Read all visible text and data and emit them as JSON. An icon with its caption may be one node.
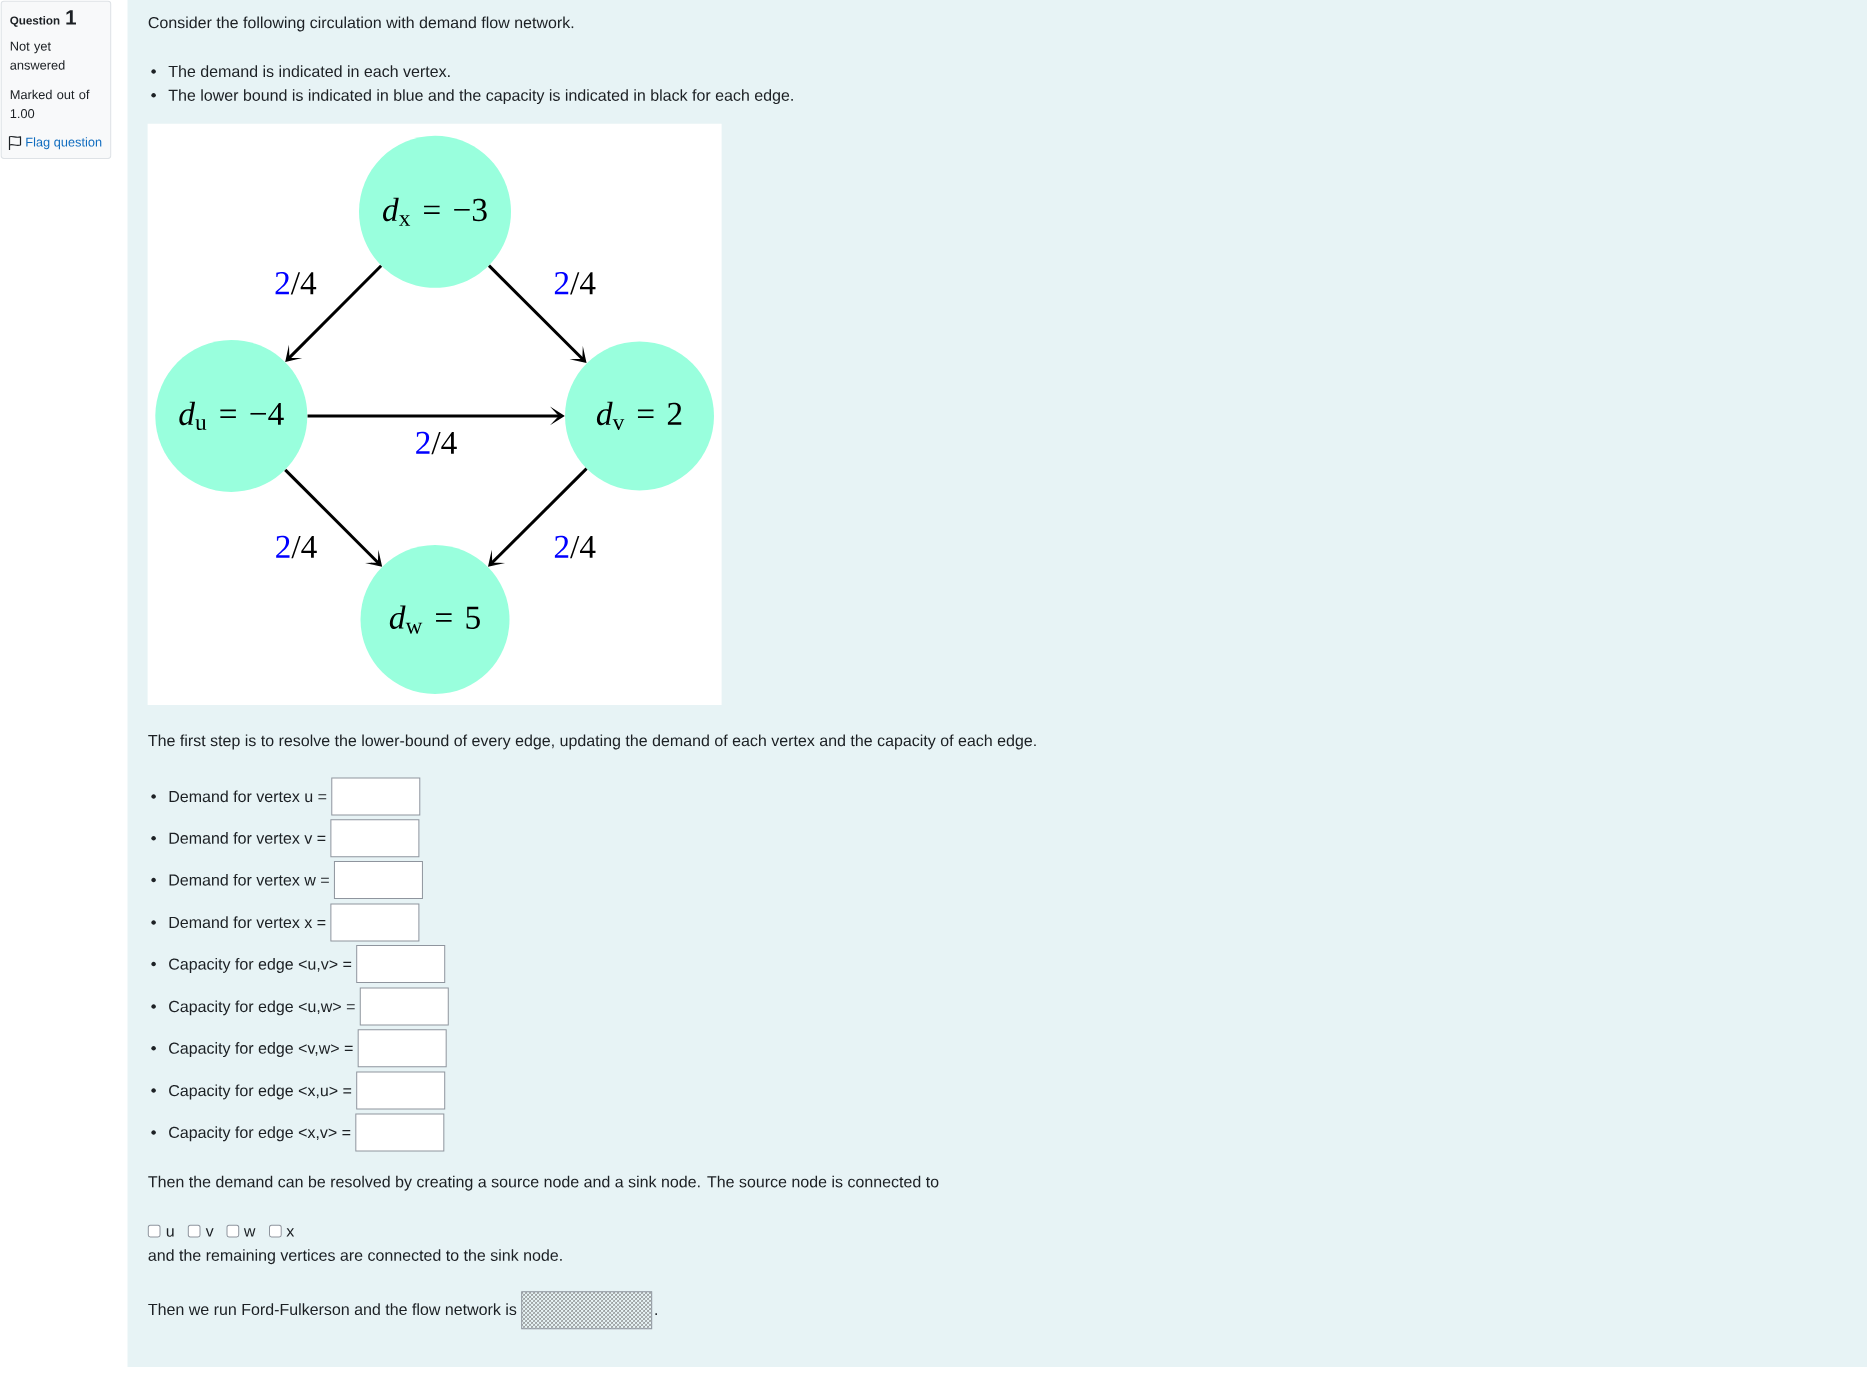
{
  "diagram": {
    "nodes": [
      {
        "text": [
          "*d*$_{x}$ = −3"
        ]
      },
      {
        "text": [
          "*d*$_{u}$ = −4"
        ]
      },
      {
        "text": [
          "*d*$_{v}$ = 2"
        ]
      },
      {
        "text": [
          "*d*$_{w}$ = 5"
        ]
      }
    ],
    "edges": [
      {
        "from": 0,
        "to": 1,
        "arrow": "to",
        "label": "2/4"
      },
      {
        "from": 0,
        "to": 2,
        "arrow": "to",
        "label": "2/4"
      },
      {
        "from": 1,
        "to": 2,
        "arrow": "to",
        "label": "2/4"
      },
      {
        "from": 1,
        "to": 3,
        "arrow": "to",
        "label": "2/4"
      },
      {
        "from": 2,
        "to": 3,
        "arrow": "to",
        "label": "2/4"
      }
    ],
    "labels": [
      "Question",
      "1",
      "Not yet answered",
      "Marked out of 1.00",
      "Flag question",
      "Consider the following circulation with demand flow network.",
      "The demand is indicated in each vertex.",
      "The lower bound is indicated in blue and the capacity is indicated in black for each edge.",
      "The first step is to resolve the lower-bound of every edge, updating the demand of each vertex and the capacity of each edge.",
      "Demand for vertex u =",
      "Demand for vertex v =",
      "Demand for vertex w =",
      "Demand for vertex x =",
      "Capacity for edge <u,v> =",
      "Capacity for edge <u,w> =",
      "Capacity for edge <v,w> =",
      "Capacity for edge <x,u> =",
      "Capacity for edge <x,v> =",
      "Then the demand can be resolved by creating a source node and a sink node. The source node is connected to",
      "u",
      "v",
      "w",
      "x",
      "and the remaining vertices are connected to the sink node.",
      "Then we run Ford-Fulkerson and the flow network is",
      "."
    ]
  }
}
